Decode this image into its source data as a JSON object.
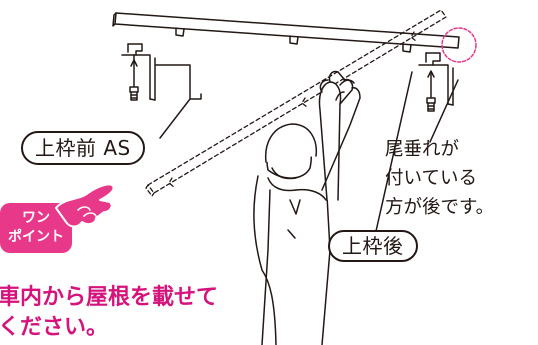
{
  "labels": {
    "front_frame": "上枠前 AS",
    "rear_frame": "上枠後"
  },
  "note": {
    "lines": [
      "尾垂れが",
      "付いている",
      "方が後です。"
    ]
  },
  "badge": {
    "line1": "ワン",
    "line2": "ポイント"
  },
  "instruction": {
    "line1": "車内から屋根を載せて",
    "line2": "ください。"
  },
  "colors": {
    "accent": "#e8388a",
    "accent_text": "#d6127c",
    "line": "#231815",
    "highlight_circle": "#e8388a"
  }
}
